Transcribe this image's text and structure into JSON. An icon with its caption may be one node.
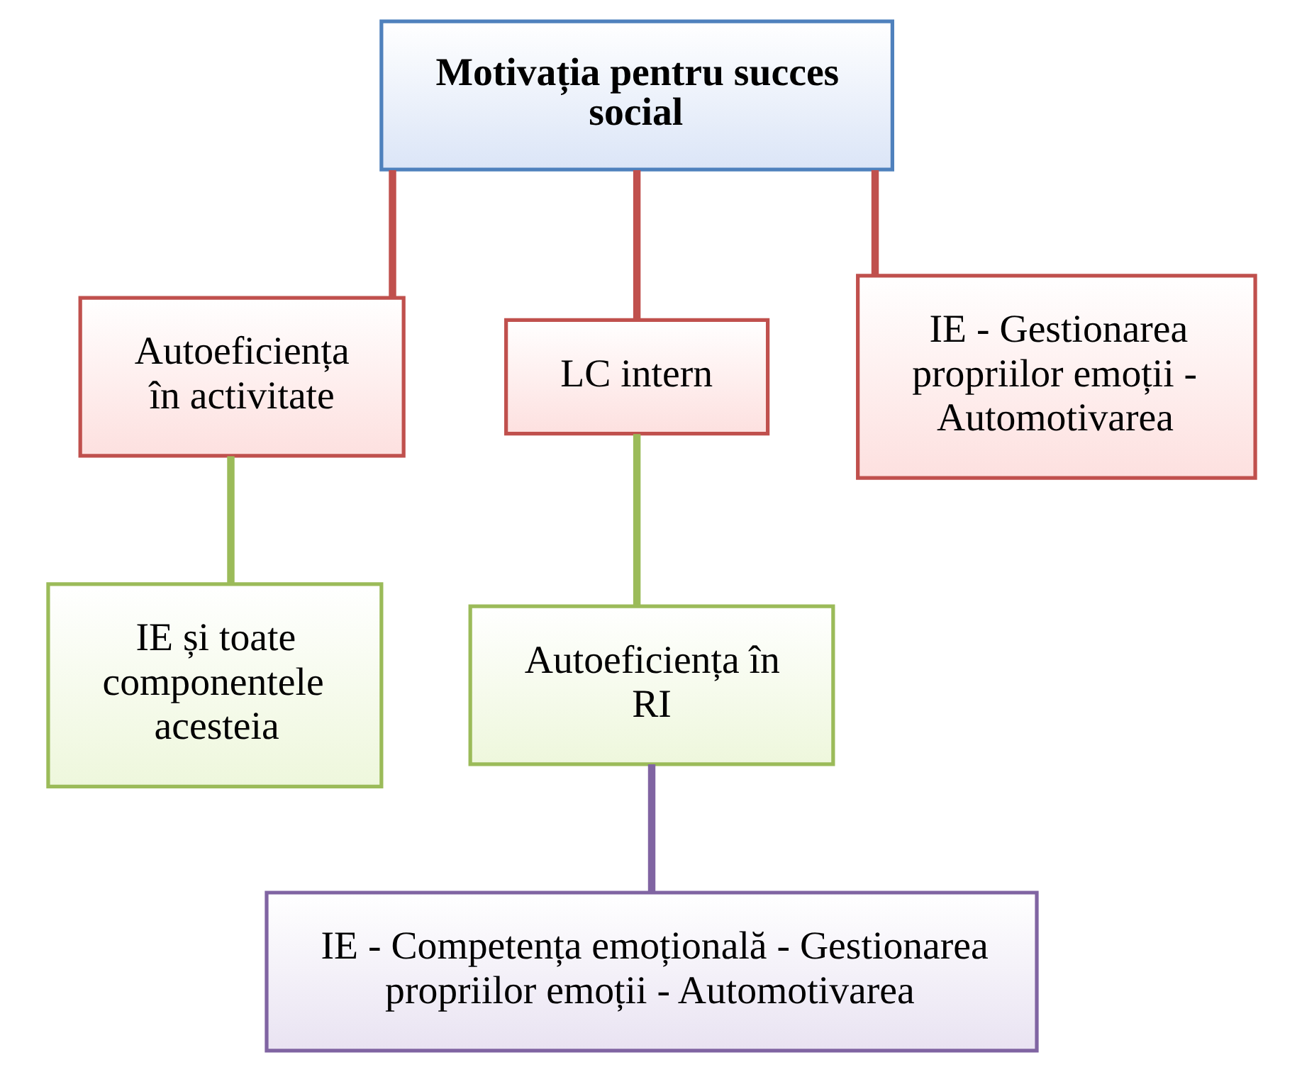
{
  "diagram": {
    "nodes": [
      {
        "text": [
          "Motivația pentru succes social"
        ]
      },
      {
        "text": [
          "Autoeficiența în activitate"
        ]
      },
      {
        "text": [
          "LC intern"
        ]
      },
      {
        "text": [
          "IE - Gestionarea propriilor emoții - Automotivarea"
        ]
      },
      {
        "text": [
          "IE și toate componentele acesteia"
        ]
      },
      {
        "text": [
          "Autoeficiența în RI"
        ]
      },
      {
        "text": [
          "IE - Competența emoțională - Gestionarea propriilor emoții - Automotivarea"
        ]
      }
    ],
    "edges": [
      {
        "from": 0,
        "to": 1,
        "arrow": "none",
        "color": "#c0504d"
      },
      {
        "from": 0,
        "to": 2,
        "arrow": "none",
        "color": "#c0504d"
      },
      {
        "from": 0,
        "to": 3,
        "arrow": "none",
        "color": "#c0504d"
      },
      {
        "from": 1,
        "to": 4,
        "arrow": "none",
        "color": "#9bbb59"
      },
      {
        "from": 2,
        "to": 5,
        "arrow": "none",
        "color": "#9bbb59"
      },
      {
        "from": 5,
        "to": 6,
        "arrow": "none",
        "color": "#8064a2"
      }
    ]
  }
}
